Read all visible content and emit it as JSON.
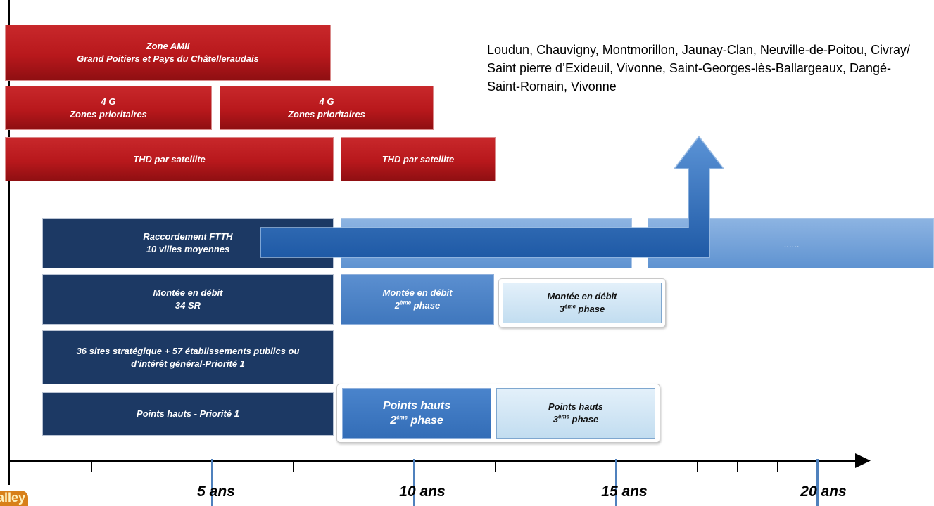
{
  "towns_note": "Loudun, Chauvigny, Montmorillon, Jaunay-Clan, Neuville-de-Poitou, Civray/ Saint pierre d’Exideuil, Vivonne, Saint-Georges-lès-Ballargeaux, Dangé-Saint-Romain, Vivonne",
  "red_boxes": {
    "amii_line1": "Zone AMII",
    "amii_line2": "Grand Poitiers et Pays du Châtelleraudais",
    "g4a_line1": "4 G",
    "g4a_line2": "Zones prioritaires",
    "g4b_line1": "4 G",
    "g4b_line2": "Zones prioritaires",
    "thd1": "THD par satellite",
    "thd2": "THD par satellite"
  },
  "blue_boxes": {
    "ftth_line1": "Raccordement FTTH",
    "ftth_line2": "10 villes moyennes",
    "ellipsis": "......",
    "debit1_line1": "Montée en débit",
    "debit1_line2": "34 SR",
    "debit2_line1": "Montée en débit",
    "debit2_num": "2",
    "debit2_sup": "ème",
    "debit2_rest": " phase",
    "debit3_line1": "Montée en débit",
    "debit3_num": "3",
    "debit3_sup": "ème",
    "debit3_rest": " phase",
    "sites_line1": "36 sites stratégique + 57 établissements publics ou",
    "sites_line2": "d’intérêt général-Priorité  1",
    "points1": "Points hauts - Priorité  1",
    "points2_line1": "Points hauts",
    "points2_num": "2",
    "points2_sup": "ème",
    "points2_rest": " phase",
    "points3_line1": "Points hauts",
    "points3_num": "3",
    "points3_sup": "ème",
    "points3_rest": " phase"
  },
  "timeline": {
    "y5": "5 ans",
    "y10": "10 ans",
    "y15": "15 ans",
    "y20": "20 ans"
  },
  "logo_fragment": "alley",
  "colors": {
    "red": "#b8181c",
    "navy": "#1c3964",
    "mid_blue": "#4a80c4",
    "light_blue": "#cfe4f4",
    "arrow_blue": "#2f6bb8"
  }
}
